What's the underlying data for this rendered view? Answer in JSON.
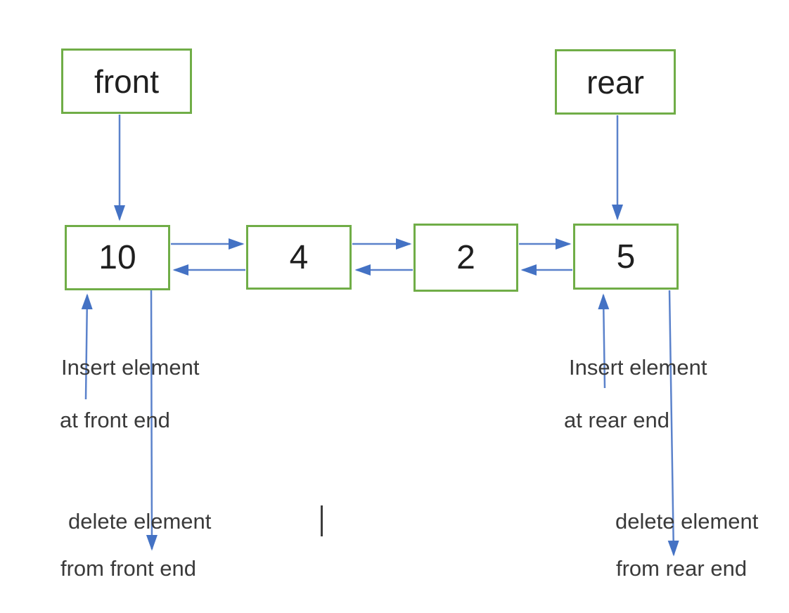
{
  "diagram": {
    "kind": "deque-doubly-linked-list",
    "pointers": [
      {
        "id": "front",
        "label": "front"
      },
      {
        "id": "rear",
        "label": "rear"
      }
    ],
    "nodes": [
      {
        "value": "10"
      },
      {
        "value": "4"
      },
      {
        "value": "2"
      },
      {
        "value": "5"
      }
    ],
    "annotations": {
      "insert_front": {
        "line1": "Insert element",
        "line2": "at front end"
      },
      "delete_front": {
        "line1": "delete element",
        "line2": "from front end"
      },
      "insert_rear": {
        "line1": "Insert element",
        "line2": "at rear end"
      },
      "delete_rear": {
        "line1": "delete element",
        "line2": "from rear end"
      }
    }
  },
  "colors": {
    "box-border": "#70ad47",
    "arrow-line": "#5b82cb",
    "arrow-head": "#4472c4",
    "text": "#3a3a3a",
    "bg": "#ffffff"
  }
}
